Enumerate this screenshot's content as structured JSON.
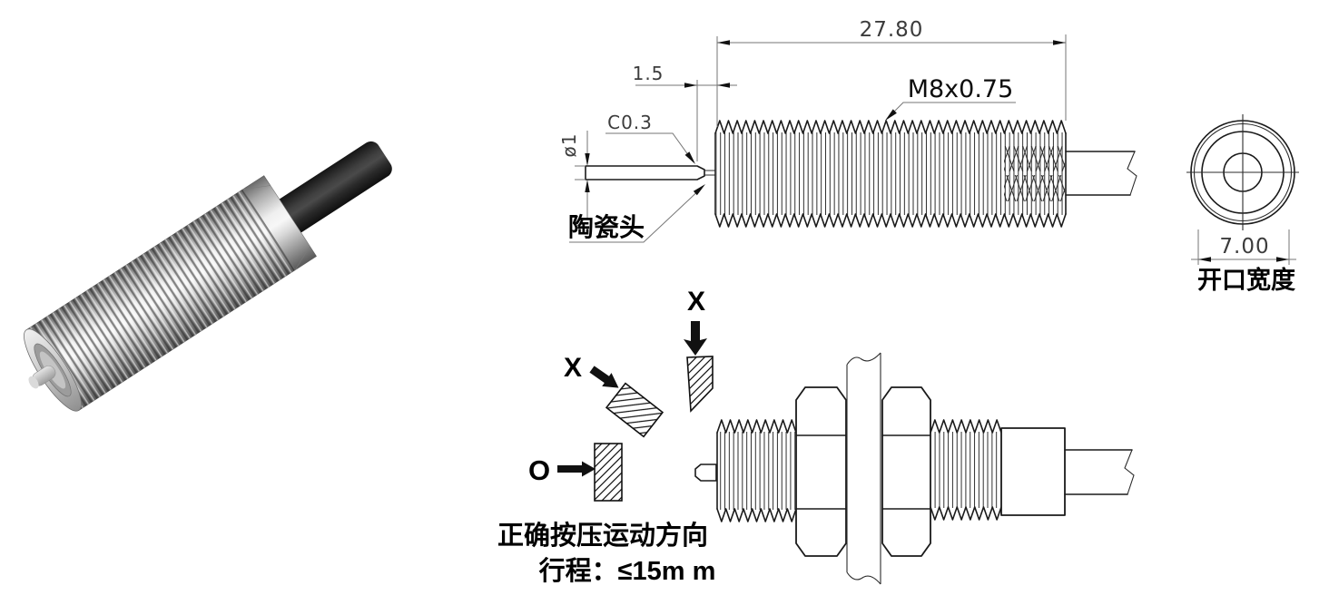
{
  "colors": {
    "line": "#1a1a1a",
    "dimension_line": "#757575",
    "text": "#000000",
    "background": "#ffffff"
  },
  "side_view": {
    "length_dim": "27.80",
    "tip_dim": "1.5",
    "chamfer_label": "C0.3",
    "diameter_label": "ø1",
    "thread_spec": "M8x0.75",
    "tip_name": "陶瓷头"
  },
  "end_view": {
    "width_dim": "7.00",
    "width_label": "开口宽度"
  },
  "mount_view": {
    "x_top": "X",
    "x_side": "X",
    "o_label": "O",
    "note_line1": "正确按压运动方向",
    "note_line2": "行程：≤15m m"
  }
}
